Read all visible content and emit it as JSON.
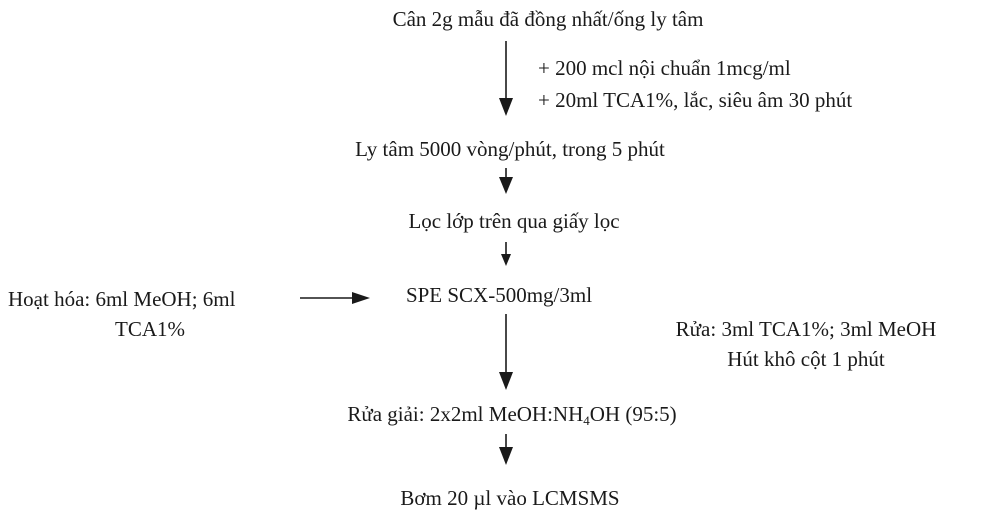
{
  "steps": {
    "weigh": "Cân 2g mẫu đã đồng nhất/ống ly tâm",
    "add_istd": "+ 200 mcl nội chuẩn 1mcg/ml",
    "add_tca": "+ 20ml TCA1%, lắc, siêu âm 30 phút",
    "centrifuge": "Ly tâm 5000 vòng/phút, trong 5 phút",
    "filter": "Lọc lớp trên qua giấy lọc",
    "activate_line1": "Hoạt hóa: 6ml MeOH; 6ml",
    "activate_line2": "TCA1%",
    "spe": "SPE SCX-500mg/3ml",
    "wash_line1": "Rửa: 3ml TCA1%; 3ml MeOH",
    "wash_line2": "Hút khô cột 1 phút",
    "elute_prefix": "Rửa giải: 2x2ml MeOH:NH",
    "elute_sub": "4",
    "elute_suffix": "OH (95:5)",
    "inject": "Bơm 20 µl vào LCMSMS"
  }
}
